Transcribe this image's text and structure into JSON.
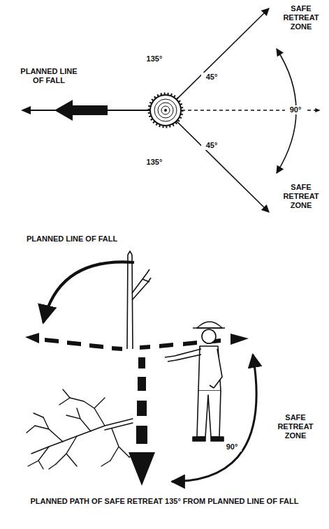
{
  "diagram": {
    "caption": "PLANNED PATH OF SAFE RETREAT 135° FROM PLANNED LINE OF FALL",
    "labels": [
      "PLANNED LINE OF FALL",
      "135°",
      "135°",
      "SAFE RETREAT ZONE",
      "45°",
      "45°",
      "90°",
      "SAFE RETREAT ZONE",
      "PLANNED LINE OF FALL",
      "90°",
      "SAFE RETREAT ZONE"
    ]
  }
}
